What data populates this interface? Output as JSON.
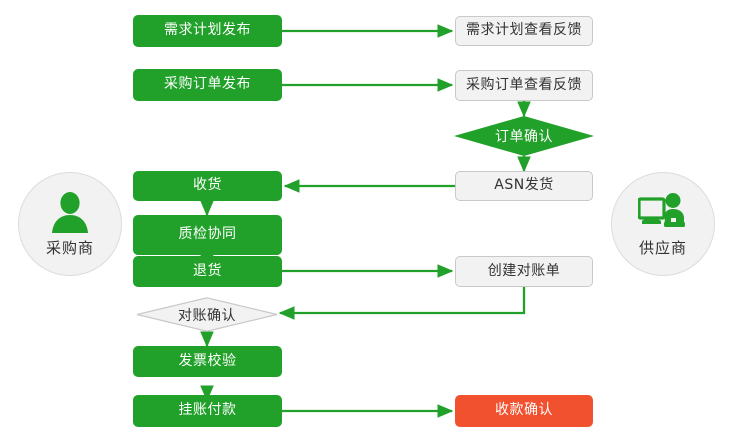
{
  "diagram": {
    "type": "flowchart",
    "title_visible": false,
    "colors": {
      "green": "#22a12a",
      "red": "#f1512f",
      "plain_fill": "#f2f2f2",
      "plain_border": "#c9c9c9",
      "edge": "#22a12a",
      "actor_fill": "#f2f2f2",
      "actor_border": "#dcdcdc",
      "text_dark": "#333333",
      "text_light": "#ffffff"
    }
  },
  "actors": [
    {
      "id": "buyer",
      "label": "采购商",
      "icon": "person-icon",
      "side": "left"
    },
    {
      "id": "supplier",
      "label": "供应商",
      "icon": "person-at-computer-icon",
      "side": "right"
    }
  ],
  "nodes": [
    {
      "id": "demand-plan-publish",
      "label": "需求计划发布",
      "shape": "rounded-rect",
      "style": "green"
    },
    {
      "id": "demand-plan-feedback",
      "label": "需求计划查看反馈",
      "shape": "rounded-rect",
      "style": "plain"
    },
    {
      "id": "po-publish",
      "label": "采购订单发布",
      "shape": "rounded-rect",
      "style": "green"
    },
    {
      "id": "po-feedback",
      "label": "采购订单查看反馈",
      "shape": "rounded-rect",
      "style": "plain"
    },
    {
      "id": "order-confirm",
      "label": "订单确认",
      "shape": "diamond",
      "style": "green"
    },
    {
      "id": "asn-ship",
      "label": "ASN发货",
      "shape": "rounded-rect",
      "style": "plain"
    },
    {
      "id": "receive-goods",
      "label": "收货",
      "shape": "rounded-rect",
      "style": "green"
    },
    {
      "id": "quality-collab",
      "label": "质检协同",
      "shape": "rounded-rect",
      "style": "green"
    },
    {
      "id": "return-goods",
      "label": "退货",
      "shape": "rounded-rect",
      "style": "green"
    },
    {
      "id": "create-statement",
      "label": "创建对账单",
      "shape": "rounded-rect",
      "style": "plain"
    },
    {
      "id": "statement-confirm",
      "label": "对账确认",
      "shape": "diamond",
      "style": "plain"
    },
    {
      "id": "invoice-verify",
      "label": "发票校验",
      "shape": "rounded-rect",
      "style": "green"
    },
    {
      "id": "payable-payment",
      "label": "挂账付款",
      "shape": "rounded-rect",
      "style": "green"
    },
    {
      "id": "receipt-confirm",
      "label": "收款确认",
      "shape": "rounded-rect",
      "style": "red"
    }
  ],
  "edges": [
    {
      "from": "demand-plan-publish",
      "to": "demand-plan-feedback",
      "direction": "right"
    },
    {
      "from": "po-publish",
      "to": "po-feedback",
      "direction": "right"
    },
    {
      "from": "po-feedback",
      "to": "order-confirm",
      "direction": "down"
    },
    {
      "from": "order-confirm",
      "to": "asn-ship",
      "direction": "down"
    },
    {
      "from": "asn-ship",
      "to": "receive-goods",
      "direction": "left"
    },
    {
      "from": "receive-goods",
      "to": "quality-collab",
      "direction": "down"
    },
    {
      "from": "quality-collab",
      "to": "return-goods",
      "direction": "down"
    },
    {
      "from": "return-goods",
      "to": "create-statement",
      "direction": "right"
    },
    {
      "from": "create-statement",
      "to": "statement-confirm",
      "direction": "down-left"
    },
    {
      "from": "statement-confirm",
      "to": "invoice-verify",
      "direction": "down"
    },
    {
      "from": "invoice-verify",
      "to": "payable-payment",
      "direction": "down"
    },
    {
      "from": "payable-payment",
      "to": "receipt-confirm",
      "direction": "right"
    }
  ]
}
